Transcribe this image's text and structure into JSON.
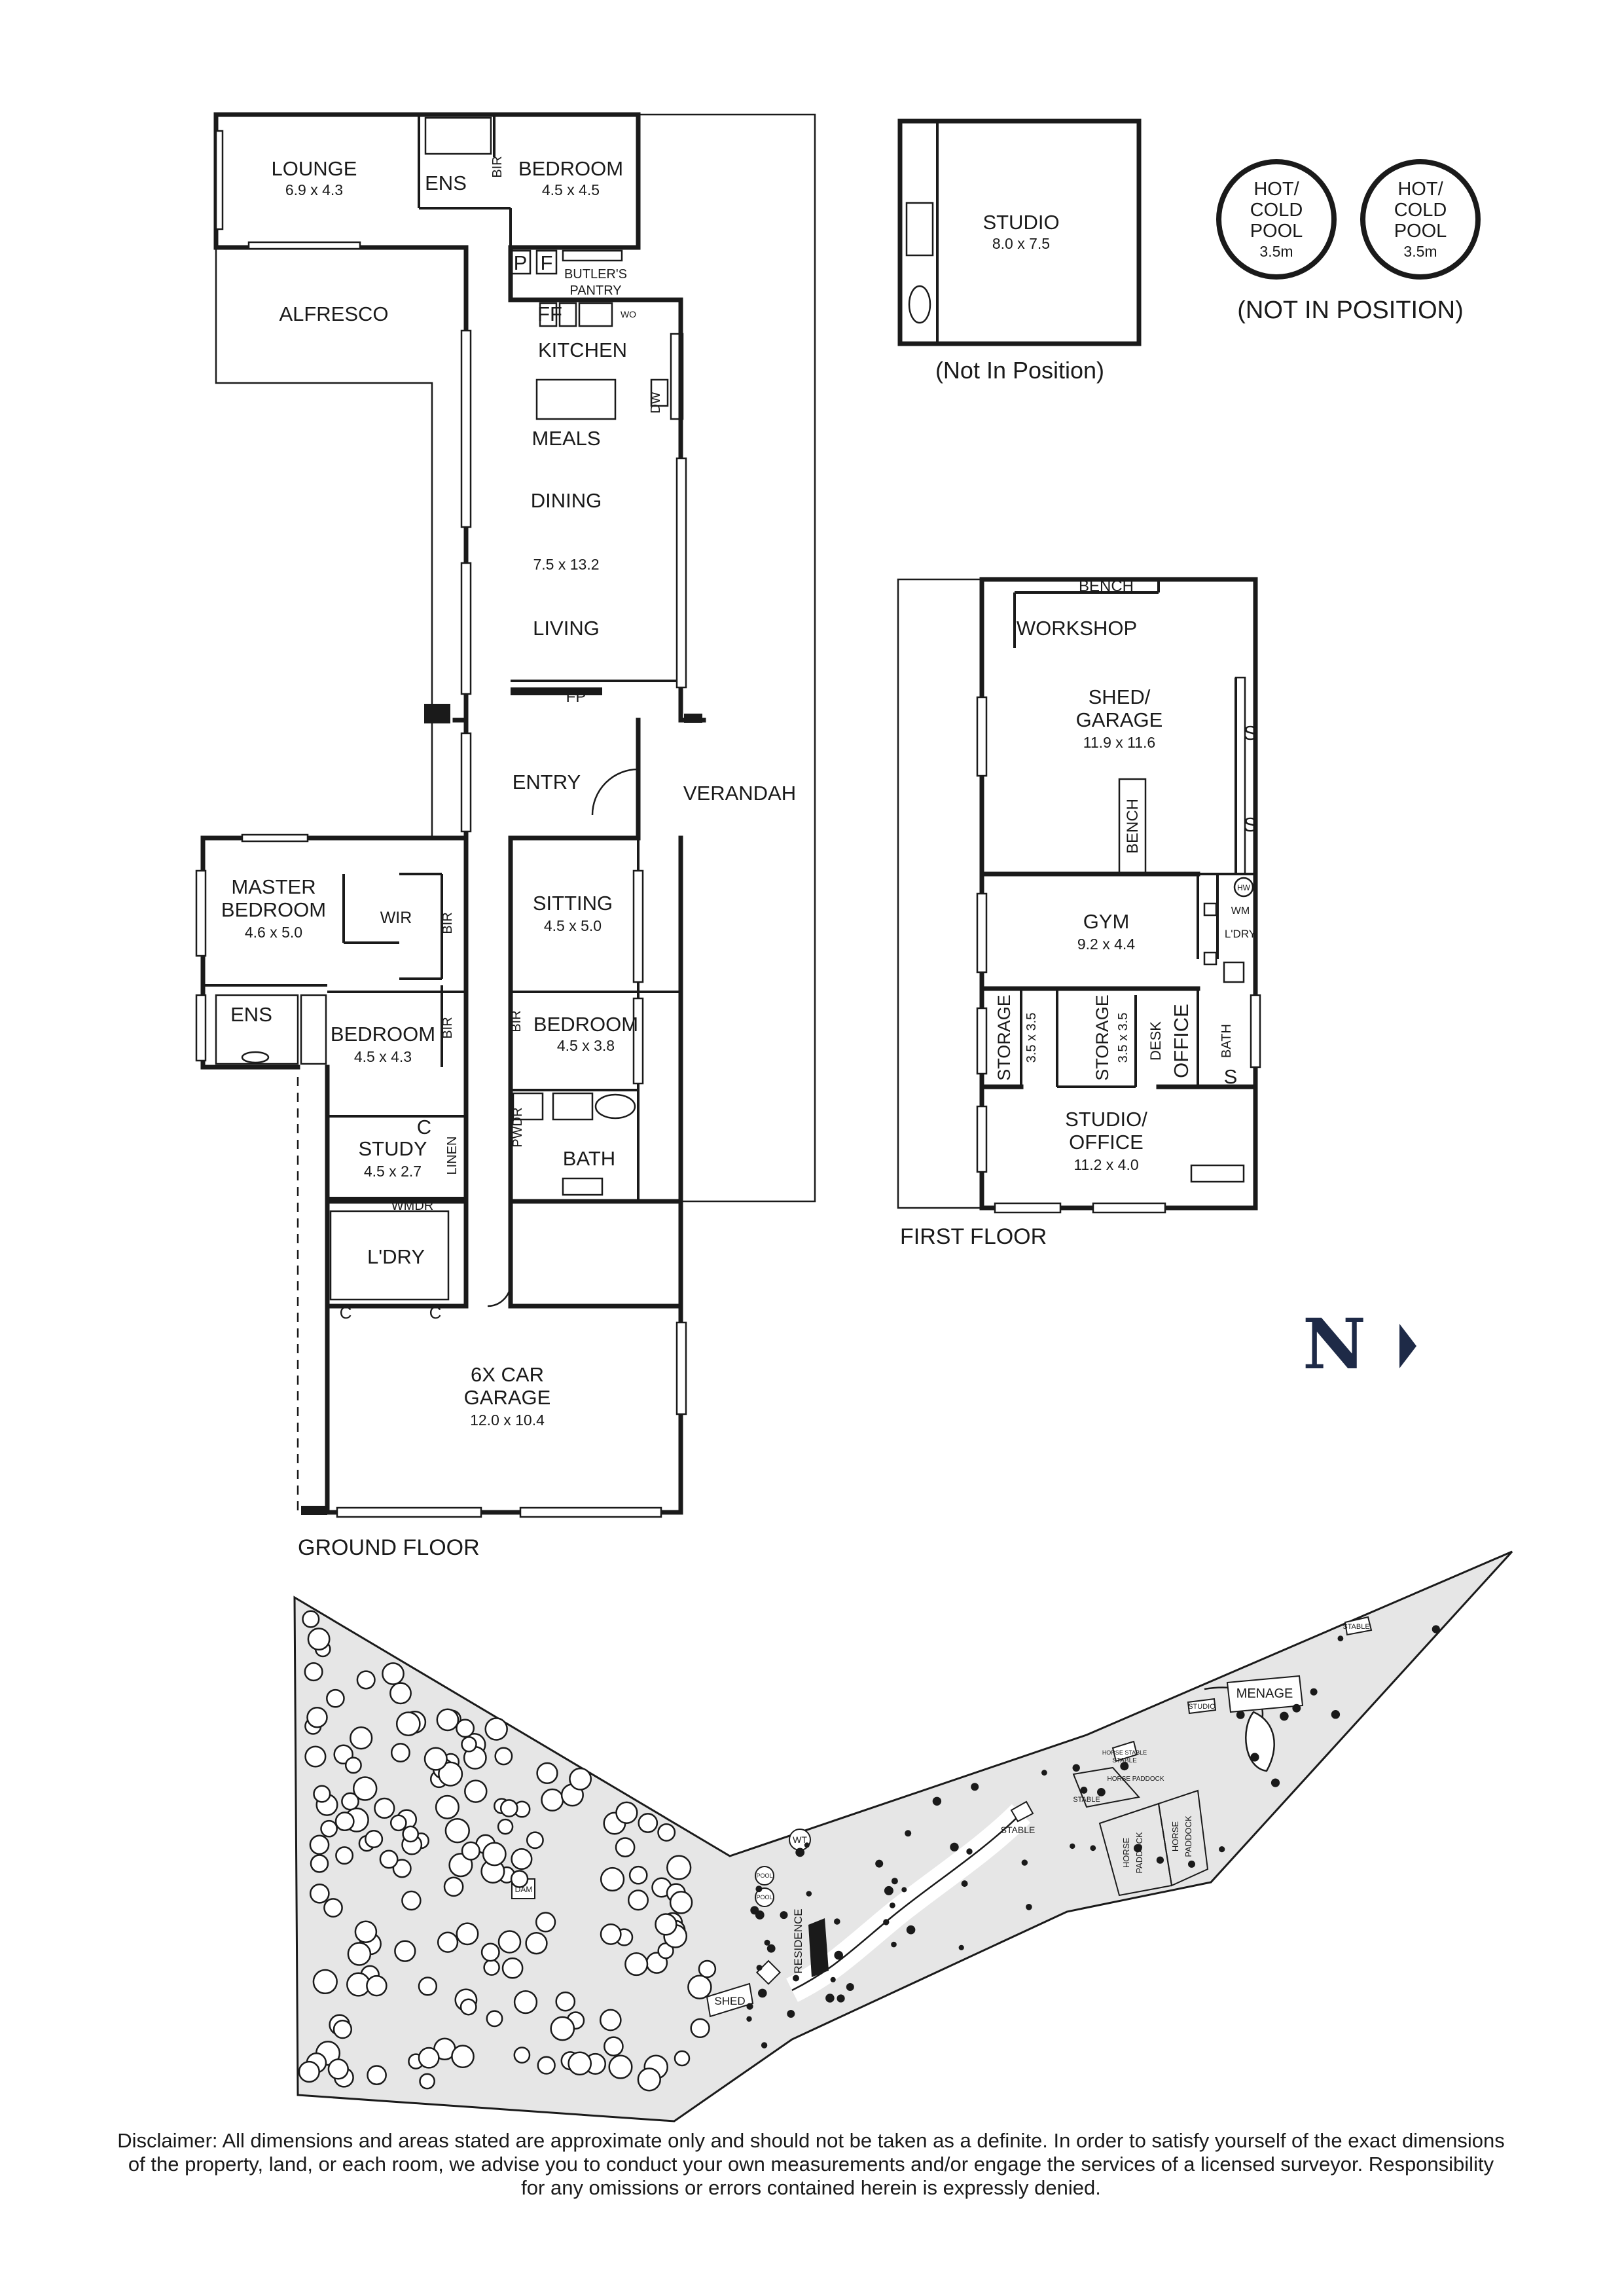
{
  "ground_floor": {
    "caption": "GROUND FLOOR",
    "rooms": {
      "lounge": {
        "name": "LOUNGE",
        "dim": "6.9 x 4.3"
      },
      "ens_top": {
        "name": "ENS"
      },
      "bir_top": {
        "name": "BIR"
      },
      "bedroom_top": {
        "name": "BEDROOM",
        "dim": "4.5 x 4.5"
      },
      "p": {
        "name": "P"
      },
      "f": {
        "name": "F"
      },
      "butlers_pantry": {
        "name": "BUTLER'S",
        "name2": "PANTRY"
      },
      "ff": {
        "name": "FF"
      },
      "wo": {
        "name": "WO"
      },
      "alfresco": {
        "name": "ALFRESCO"
      },
      "kitchen": {
        "name": "KITCHEN"
      },
      "dw": {
        "name": "DW"
      },
      "meals": {
        "name": "MEALS"
      },
      "dining": {
        "name": "DINING"
      },
      "main_dim": {
        "dim": "7.5 x 13.2"
      },
      "living": {
        "name": "LIVING"
      },
      "fp": {
        "name": "FP"
      },
      "entry": {
        "name": "ENTRY"
      },
      "verandah": {
        "name": "VERANDAH"
      },
      "master": {
        "name": "MASTER",
        "name2": "BEDROOM",
        "dim": "4.6 x 5.0"
      },
      "wir": {
        "name": "WIR"
      },
      "bir_master": {
        "name": "BIR"
      },
      "sitting": {
        "name": "SITTING",
        "dim": "4.5 x 5.0"
      },
      "ens_master": {
        "name": "ENS"
      },
      "bedroom_2": {
        "name": "BEDROOM",
        "dim": "4.5 x 4.3"
      },
      "bir_2": {
        "name": "BIR"
      },
      "bir_3": {
        "name": "BIR"
      },
      "bedroom_3": {
        "name": "BEDROOM",
        "dim": "4.5 x 3.8"
      },
      "c_study": {
        "name": "C"
      },
      "study": {
        "name": "STUDY",
        "dim": "4.5 x 2.7"
      },
      "linen": {
        "name": "LINEN"
      },
      "pwdr": {
        "name": "PWDR"
      },
      "bath": {
        "name": "BATH"
      },
      "wmdr": {
        "name": "WMDR"
      },
      "ldry": {
        "name": "L'DRY"
      },
      "c1": {
        "name": "C"
      },
      "c2": {
        "name": "C"
      },
      "garage": {
        "name": "6X CAR",
        "name2": "GARAGE",
        "dim": "12.0 x 10.4"
      }
    }
  },
  "studio": {
    "name": "STUDIO",
    "dim": "8.0 x 7.5",
    "note": "(Not In Position)"
  },
  "pools": {
    "items": [
      {
        "line1": "HOT/",
        "line2": "COLD",
        "line3": "POOL",
        "dim": "3.5m"
      },
      {
        "line1": "HOT/",
        "line2": "COLD",
        "line3": "POOL",
        "dim": "3.5m"
      }
    ],
    "note": "(NOT IN POSITION)"
  },
  "first_floor": {
    "caption": "FIRST FLOOR",
    "rooms": {
      "bench_top": {
        "name": "BENCH"
      },
      "workshop": {
        "name": "WORKSHOP"
      },
      "shed": {
        "name": "SHED/",
        "name2": "GARAGE",
        "dim": "11.9 x 11.6"
      },
      "s1": {
        "name": "S"
      },
      "s2": {
        "name": "S"
      },
      "bench_mid": {
        "name": "BENCH"
      },
      "hw": {
        "name": "HW"
      },
      "wm": {
        "name": "WM"
      },
      "ldry": {
        "name": "L'DRY"
      },
      "gym": {
        "name": "GYM",
        "dim": "9.2 x 4.4"
      },
      "storage1": {
        "name": "STORAGE",
        "dim": "3.5 x 3.5"
      },
      "storage2": {
        "name": "STORAGE",
        "dim": "3.5 x 3.5"
      },
      "desk": {
        "name": "DESK"
      },
      "office": {
        "name": "OFFICE"
      },
      "bath": {
        "name": "BATH"
      },
      "s3": {
        "name": "S"
      },
      "studio_office": {
        "name": "STUDIO/",
        "name2": "OFFICE",
        "dim": "11.2 x 4.0"
      }
    }
  },
  "site_plan": {
    "labels": {
      "stable_ne": "STABLE",
      "menage": "MENAGE",
      "studio": "STUDIO",
      "horse_stable": "HORSE STABLE",
      "stable_small": "STABLE",
      "horse_paddock_1": "HORSE PADDOCK",
      "stable_box": "STABLE",
      "horse_paddock_2": "HORSE",
      "horse_paddock_3": "PADDOCK",
      "horse_paddock_4": "HORSE",
      "horse_paddock_5": "PADDOCK",
      "stable_mid": "STABLE",
      "wt": "WT",
      "pool1": "POOL",
      "pool2": "POOL",
      "residence": "RESIDENCE",
      "dam": "DAM",
      "shed": "SHED"
    }
  },
  "north": {
    "letter": "N",
    "icon": "north-arrow-icon"
  },
  "disclaimer": {
    "line1": "Disclaimer: All dimensions and areas stated are approximate only and should not be taken as a definite. In order to satisfy yourself of the exact dimensions",
    "line2": "of the property, land, or each room, we advise you to conduct your own measurements and/or engage the services of a licensed surveyor. Responsibility",
    "line3": "for any omissions or errors contained herein is expressly denied."
  }
}
